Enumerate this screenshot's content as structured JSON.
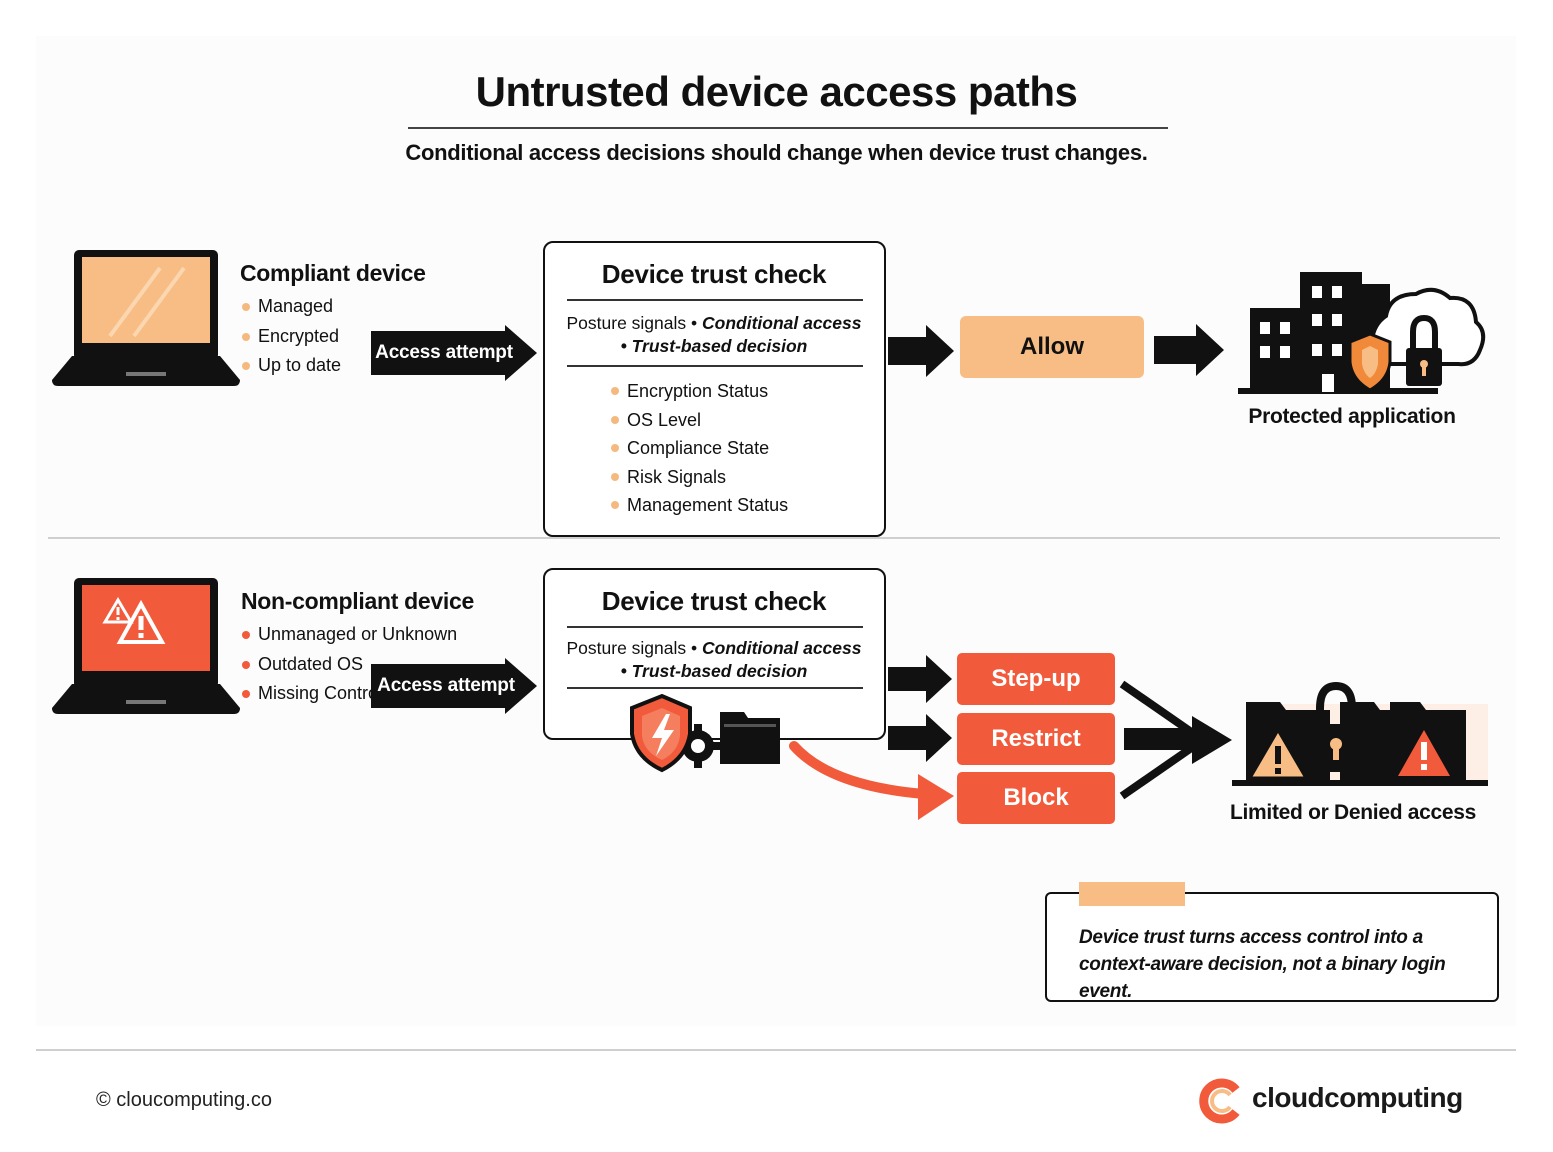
{
  "header": {
    "title": "Untrusted device access paths",
    "subtitle": "Conditional access decisions should change when device trust changes."
  },
  "compliant": {
    "device_title": "Compliant device",
    "bullets": [
      "Managed",
      "Encrypted",
      "Up to date"
    ],
    "arrow_label": "Access attempt",
    "check_title": "Device trust check",
    "posture_line1_plain": "Posture signals • ",
    "posture_line1_italic": "Conditional access",
    "posture_line2": "• Trust-based decision",
    "signals": [
      "Encryption Status",
      "OS Level",
      "Compliance State",
      "Risk Signals",
      "Management Status"
    ],
    "outcome_label": "Allow",
    "destination_caption": "Protected application"
  },
  "noncompliant": {
    "device_title": "Non-compliant device",
    "bullets": [
      "Unmanaged or Unknown",
      "Outdated OS",
      "Missing Controls"
    ],
    "arrow_label": "Access attempt",
    "check_title": "Device trust check",
    "posture_line1_plain": "Posture signals • ",
    "posture_line1_italic": "Conditional access",
    "posture_line2": "• Trust-based decision",
    "decisions": [
      "Step-up",
      "Restrict",
      "Block"
    ],
    "destination_caption": "Limited or Denied access"
  },
  "note": {
    "line1": "Device trust turns access control into a",
    "line2": "context-aware decision, not a binary login event."
  },
  "footer": {
    "copyright": "© cloucomputing.co",
    "brand": "cloudcomputing"
  },
  "icons": {
    "compliant_laptop": "laptop-icon",
    "noncompliant_laptop": "warning-laptop-icon",
    "protected_app": "building-shield-cloud-icon",
    "shield_gear": "shield-gear-folder-icon",
    "limited_access": "lock-folders-warning-icon",
    "brand_logo": "c-logo-icon"
  },
  "colors": {
    "accent_peach": "#f8bd85",
    "alert_red": "#f15a3b",
    "ink": "#111111"
  }
}
